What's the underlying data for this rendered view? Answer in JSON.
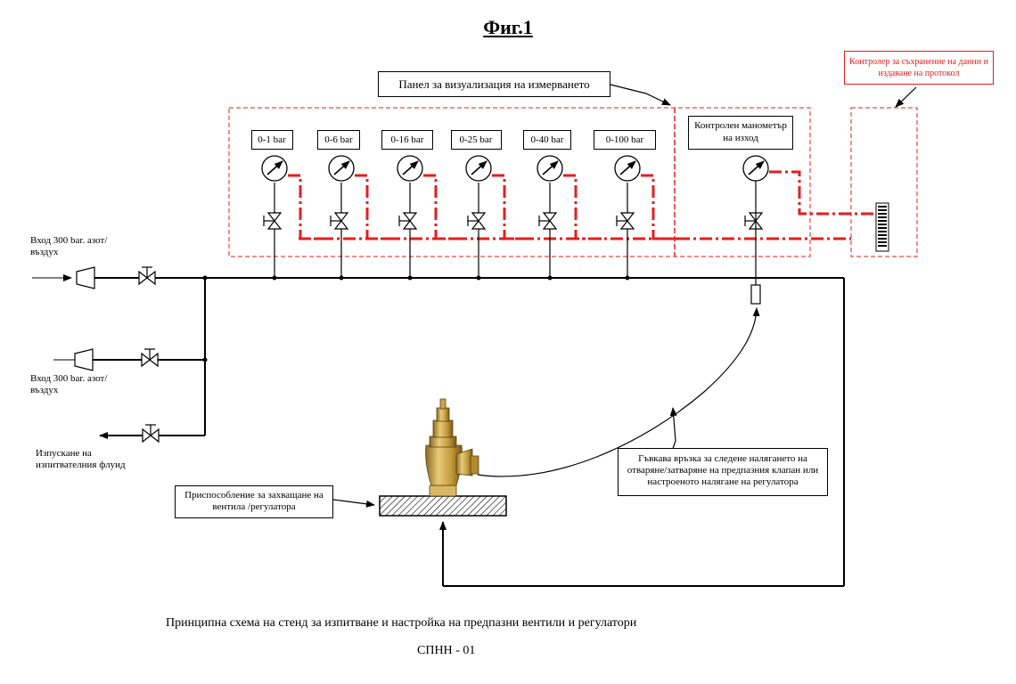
{
  "title": "Фиг.1",
  "panel_label": "Панел за визуализация на измерването",
  "controller_label": "Контролер за съхранение на данни и издаване на протокол",
  "gauge_ranges": [
    "0-1 bar",
    "0-6 bar",
    "0-16 bar",
    "0-25 bar",
    "0-40 bar",
    "0-100 bar"
  ],
  "control_gauge_label": "Контролен манометър на изход",
  "inlet1_label": "Вход 300 bar. азот/въздух",
  "inlet2_label": "Вход 300 bar. азот/въздух",
  "exhaust_label": "Изпускане на изпитвателния флуид",
  "fixture_label": "Приспособление за захващане на вентила /регулатора",
  "flex_label": "Гъвкава връзка за следене налягането на отваряне/затваряне на предпазния клапан или настроеното налягане на регулатора",
  "caption": "Принципна схема на стенд за изпитване и настройка на предпазни вентили и регулатори",
  "code": "СПНН - 01",
  "colors": {
    "line": "#000000",
    "signal": "#e41e1e",
    "brass": "#c8a24a"
  }
}
